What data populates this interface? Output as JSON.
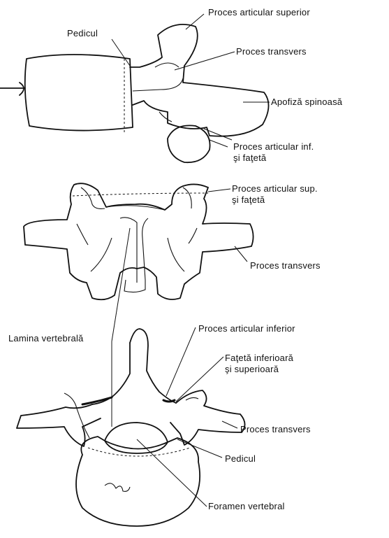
{
  "top_view": {
    "proces_articular_superior": "Proces articular superior",
    "pedicul": "Pedicul",
    "proces_transvers": "Proces transvers",
    "apofiza_spinoasa": "Apofiză spinoasă",
    "proces_articular_inf_line1": "Proces articular inf.",
    "proces_articular_inf_line2": "şi faţetă"
  },
  "middle_view": {
    "proces_articular_sup_line1": "Proces articular sup.",
    "proces_articular_sup_line2": "şi faţetă",
    "proces_transvers": "Proces transvers"
  },
  "bottom_view": {
    "lamina_vertebrala": "Lamina vertebrală",
    "proces_articular_inferior": "Proces articular inferior",
    "fateta_line1": "Faţetă inferioară",
    "fateta_line2": "şi superioară",
    "proces_transvers": "Proces transvers",
    "pedicul": "Pedicul",
    "foramen_vertebral": "Foramen vertebral"
  }
}
